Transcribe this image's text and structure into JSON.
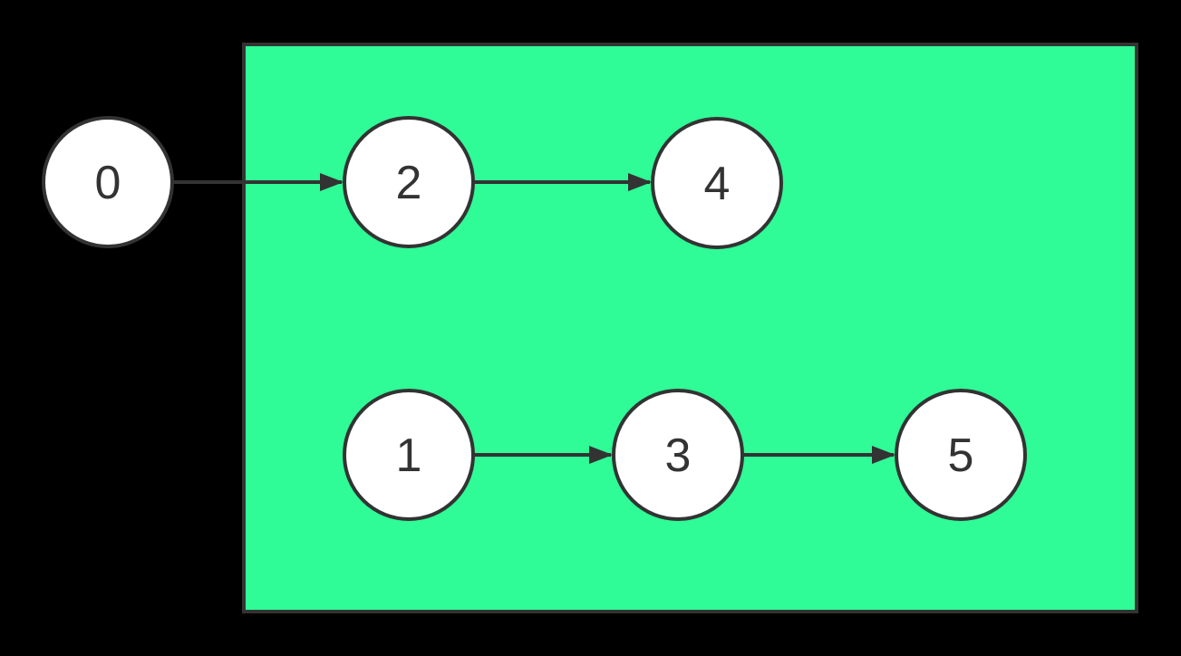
{
  "diagram": {
    "type": "directed-graph",
    "background_color": "#000000",
    "stroke_color": "#333333",
    "node_fill_color": "#ffffff",
    "text_color": "#333333",
    "subgraph": {
      "fill": "#2FFB97",
      "member_nodes": [
        "1",
        "2",
        "3",
        "4",
        "5"
      ]
    },
    "nodes": [
      {
        "id": "0",
        "label": "0",
        "inside_subgraph": false
      },
      {
        "id": "2",
        "label": "2",
        "inside_subgraph": true
      },
      {
        "id": "4",
        "label": "4",
        "inside_subgraph": true
      },
      {
        "id": "1",
        "label": "1",
        "inside_subgraph": true
      },
      {
        "id": "3",
        "label": "3",
        "inside_subgraph": true
      },
      {
        "id": "5",
        "label": "5",
        "inside_subgraph": true
      }
    ],
    "edges": [
      {
        "from": "0",
        "to": "2"
      },
      {
        "from": "2",
        "to": "4"
      },
      {
        "from": "1",
        "to": "3"
      },
      {
        "from": "3",
        "to": "5"
      }
    ]
  }
}
